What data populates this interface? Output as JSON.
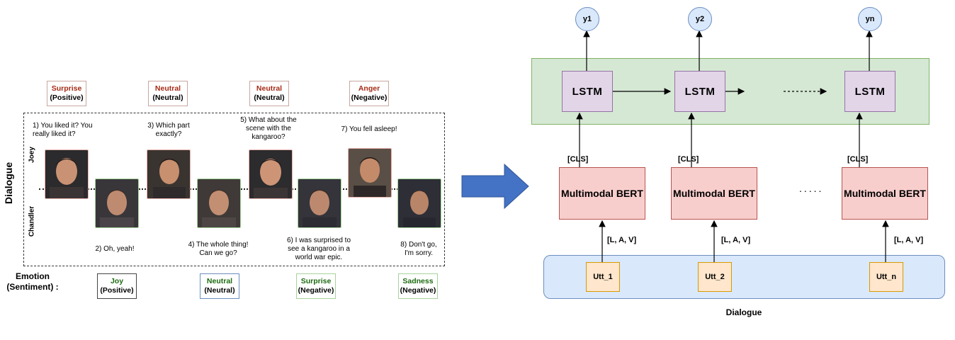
{
  "left": {
    "axis_label": "Dialogue",
    "speakers": [
      "Joey",
      "Chandler"
    ],
    "top_labels": [
      {
        "emotion": "Surprise",
        "sentiment": "(Positive)"
      },
      {
        "emotion": "Neutral",
        "sentiment": "(Neutral)"
      },
      {
        "emotion": "Neutral",
        "sentiment": "(Neutral)"
      },
      {
        "emotion": "Anger",
        "sentiment": "(Negative)"
      }
    ],
    "bottom_labels": [
      {
        "emotion": "Joy",
        "sentiment": "(Positive)"
      },
      {
        "emotion": "Neutral",
        "sentiment": "(Neutral)"
      },
      {
        "emotion": "Surprise",
        "sentiment": "(Negative)"
      },
      {
        "emotion": "Sadness",
        "sentiment": "(Negative)"
      }
    ],
    "utterances": [
      "1)    You liked it? You really liked it?",
      "2) Oh, yeah!",
      "3) Which part exactly?",
      "4) The whole thing! Can we go?",
      "5) What about the scene with the kangaroo?",
      "6) I was surprised to see a kangaroo in a world war epic.",
      "7) You fell asleep!",
      "8) Don't go, I'm sorry."
    ],
    "emotion_caption_line1": "Emotion",
    "emotion_caption_line2": "(Sentiment) :"
  },
  "right": {
    "outputs": [
      "y1",
      "y2",
      "yn"
    ],
    "lstm_label": "LSTM",
    "cls_label": "[CLS]",
    "bert_label": "Multimodal BERT",
    "input_label": "[L, A, V]",
    "utterances": [
      "Utt_1",
      "Utt_2",
      "Utt_n"
    ],
    "ellipsis": ".....",
    "caption": "Dialogue"
  },
  "colors": {
    "lstm_panel": "#d5e8d4",
    "lstm_panel_border": "#82b366",
    "dialogue_panel": "#dae8fc",
    "dialogue_panel_border": "#6c8ebf",
    "arrow": "#4472c4",
    "joey_border": "#e8b2ab",
    "chandler_border": "#a6d39a"
  }
}
